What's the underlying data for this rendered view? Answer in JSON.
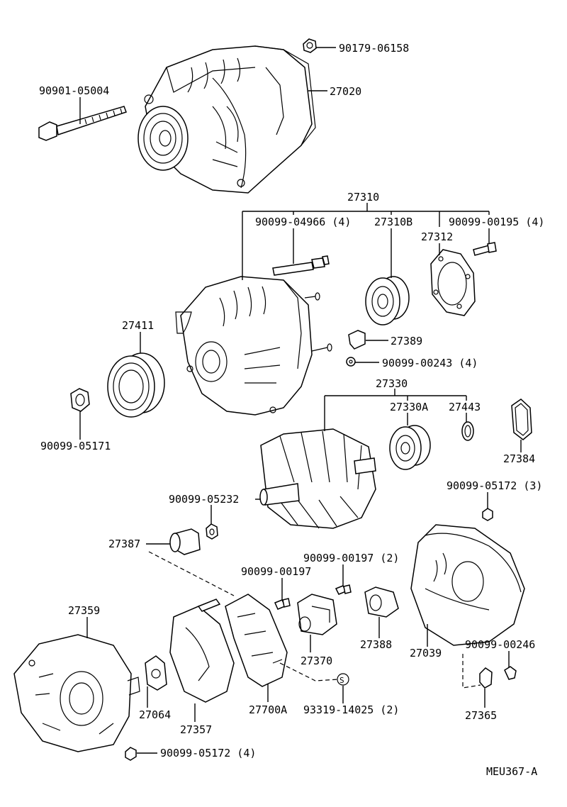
{
  "diagram": {
    "drawing_code": "MEU367-A",
    "parts": {
      "nut_top": "90179-06158",
      "bolt_top": "90901-05004",
      "alternator_assy": "27020",
      "frame_assy": "27310",
      "screw_4966": "90099-04966 (4)",
      "bearing_27310b": "27310B",
      "retainer": "27312",
      "screw_00195": "90099-00195 (4)",
      "pulley": "27411",
      "clip_27389": "27389",
      "screw_00243": "90099-00243 (4)",
      "pulley_nut": "90099-05171",
      "rotor_assy": "27330",
      "bearing_27330a": "27330A",
      "bearing_cover": "27443",
      "gasket_27384": "27384",
      "nut_05172_3": "90099-05172 (3)",
      "nut_05232": "90099-05232",
      "insulator_27387": "27387",
      "screw_00197_2": "90099-00197 (2)",
      "screw_00197": "90099-00197",
      "end_frame": "27359",
      "brush_holder": "27388",
      "regulator": "27370",
      "rear_cover": "27039",
      "screw_00246": "90099-00246",
      "plate_27064": "27064",
      "rectifier_holder": "27357",
      "rectifier": "27700A",
      "s_mark": "S",
      "screw_14025": "93319-14025 (2)",
      "terminal_27365": "27365",
      "nut_05172_4": "90099-05172 (4)"
    }
  }
}
